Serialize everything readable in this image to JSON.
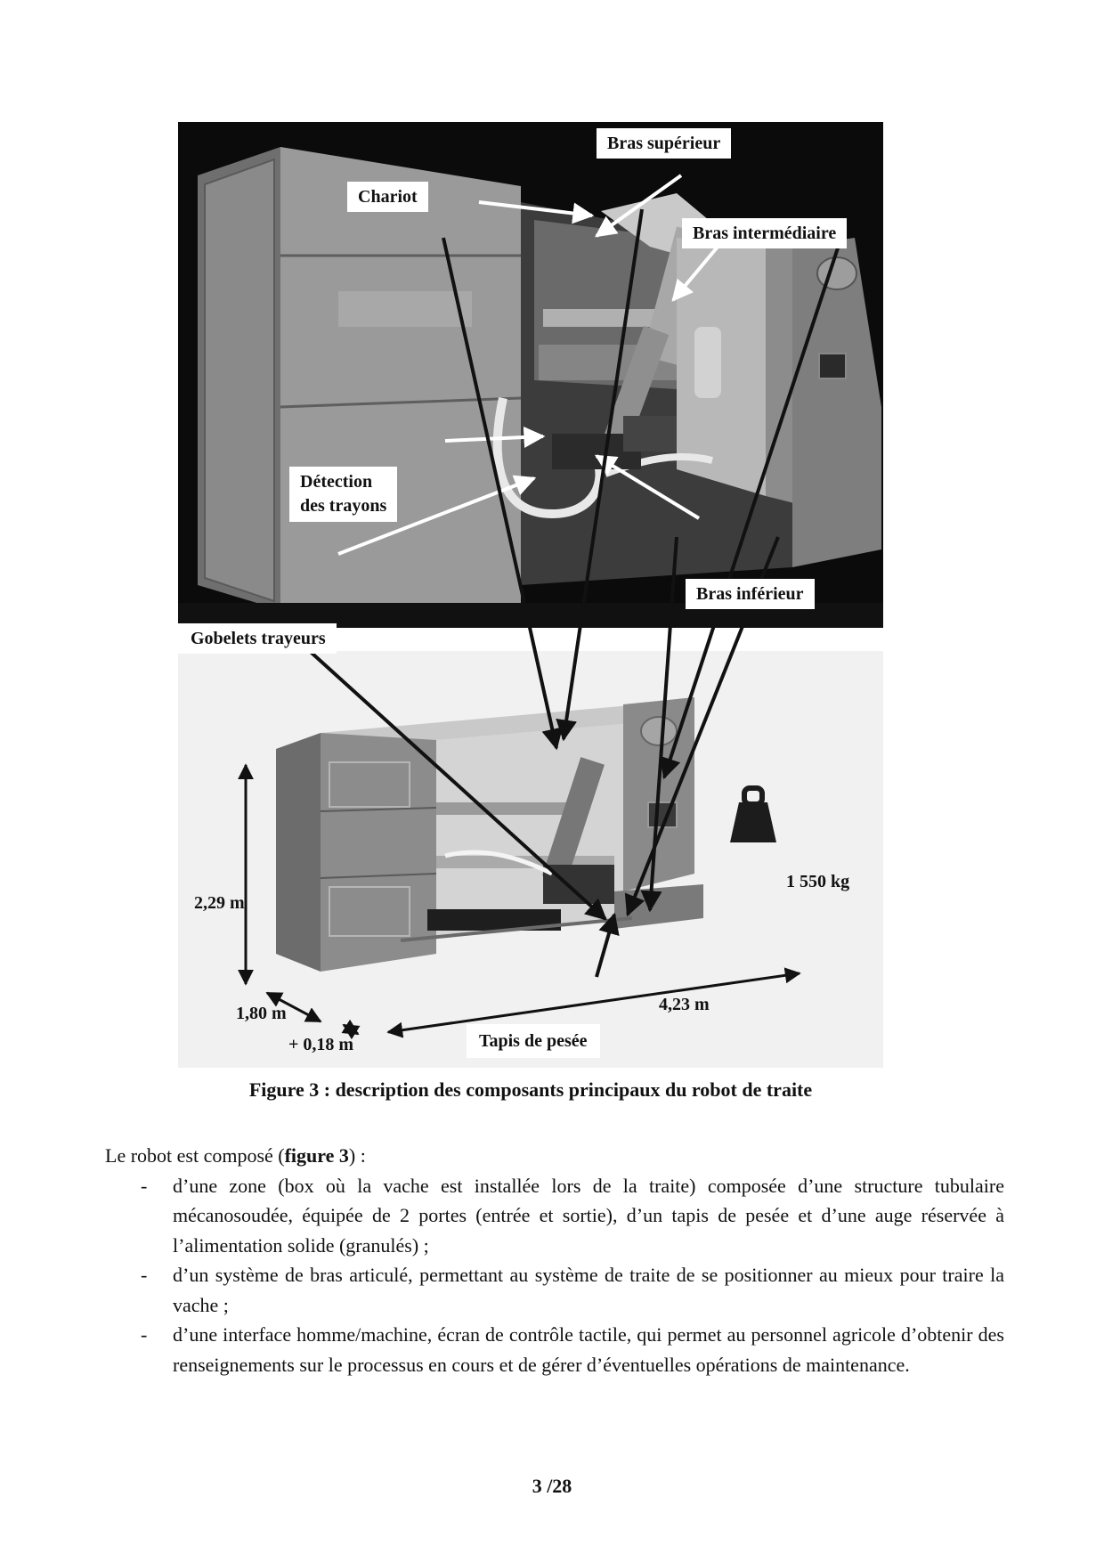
{
  "figure": {
    "labels": {
      "bras_superieur": "Bras supérieur",
      "chariot": "Chariot",
      "bras_intermediaire": "Bras intermédiaire",
      "detection_line1": "Détection",
      "detection_line2": "des trayons",
      "bras_inferieur": "Bras inférieur",
      "gobelets": "Gobelets trayeurs",
      "tapis": "Tapis de pesée"
    },
    "dimensions": {
      "height": "2,29 m",
      "width": "1,80 m",
      "width_extra": "+ 0,18 m",
      "length": "4,23 m",
      "weight": "1 550 kg"
    }
  },
  "caption": "Figure 3 : description des composants principaux du robot de traite",
  "text": {
    "intro_prefix": "Le robot est composé (",
    "intro_ref": "figure 3",
    "intro_suffix": ") :",
    "bullets": [
      "d’une zone (box où la vache est installée lors de la traite) composée d’une structure tubulaire mécanosoudée, équipée de 2 portes (entrée et sortie), d’un tapis de pesée et d’une auge réservée à l’alimentation solide (granulés) ;",
      "d’un système de bras articulé, permettant au système de traite de se positionner au mieux pour traire la vache ;",
      "d’une interface homme/machine, écran de contrôle tactile, qui permet au personnel agricole d’obtenir des renseignements sur le processus en cours et de gérer d’éventuelles opérations de maintenance."
    ],
    "bullet_marker": "-"
  },
  "page_number": "3 /28"
}
